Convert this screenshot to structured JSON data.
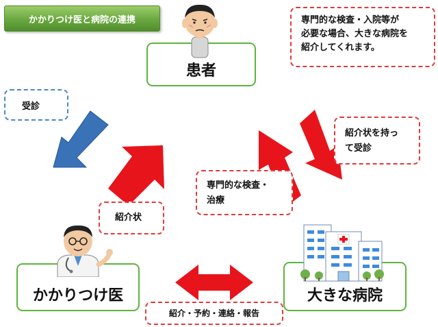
{
  "title": "かかりつけ医と病院の連携",
  "nodes": {
    "patient": "患者",
    "clinic": "かかりつけ医",
    "hospital": "大きな病院"
  },
  "notes": {
    "top_right": [
      "専門的な検査・入院等が",
      "必要な場合、大きな病院を",
      "紹介してくれます。"
    ],
    "visit": "受診",
    "referral_letter": "紹介状",
    "with_letter": [
      "紹介状を持っ",
      "て受診"
    ],
    "specialist": [
      "専門的な検査・",
      "治療"
    ],
    "bottom": "紹介・予約・連絡・報告"
  },
  "colors": {
    "accent_green": "#5cb43c",
    "arrow_red": "#e8141c",
    "arrow_blue": "#3a72b8",
    "dash_red": "#e03a3a",
    "dash_blue": "#4a86c8"
  }
}
